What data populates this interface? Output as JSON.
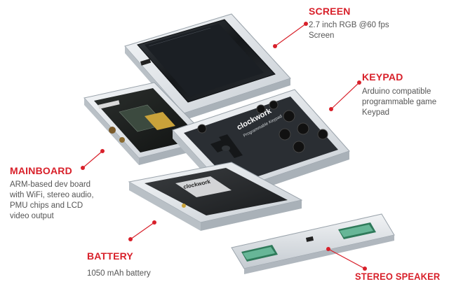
{
  "screen": {
    "title": "SCREEN",
    "desc": [
      "2.7 inch RGB @60 fps",
      "Screen"
    ]
  },
  "keypad": {
    "title": "KEYPAD",
    "desc": [
      "Arduino compatible",
      "programmable game",
      "Keypad"
    ],
    "brand": "clockwork",
    "model": "Programmable Keypad"
  },
  "mainboard": {
    "title": "MAINBOARD",
    "desc": [
      "ARM-based dev board",
      "with WiFi, stereo audio,",
      "PMU chips and LCD",
      "video output"
    ]
  },
  "battery": {
    "title": "BATTERY",
    "desc": [
      "1050 mAh battery"
    ],
    "label": "clockwork"
  },
  "speaker": {
    "title": "STEREO SPEAKER"
  },
  "colors": {
    "accent": "#d8202a",
    "text": "#555555",
    "pcb_green": "#1e6b3a",
    "case_clear": "#e9edf0"
  }
}
